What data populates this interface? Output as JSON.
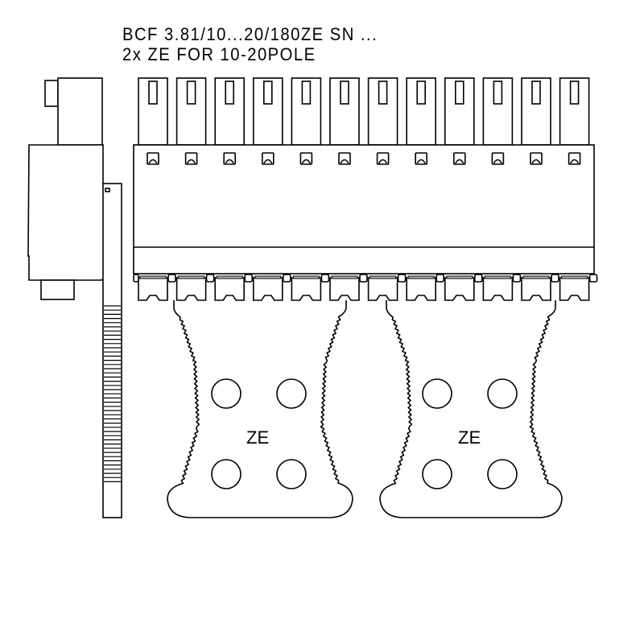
{
  "drawing": {
    "title_line1": "BCF 3.81/10...20/180ZE SN ...",
    "title_line2": "2x ZE FOR 10-20POLE"
  },
  "connector": {
    "pole_count": 12
  },
  "bridges": [
    {
      "label": "ZE",
      "holes": 4
    },
    {
      "label": "ZE",
      "holes": 4
    }
  ],
  "colors": {
    "line": "#000000",
    "background": "#ffffff",
    "shading": "#bbbbbb"
  }
}
